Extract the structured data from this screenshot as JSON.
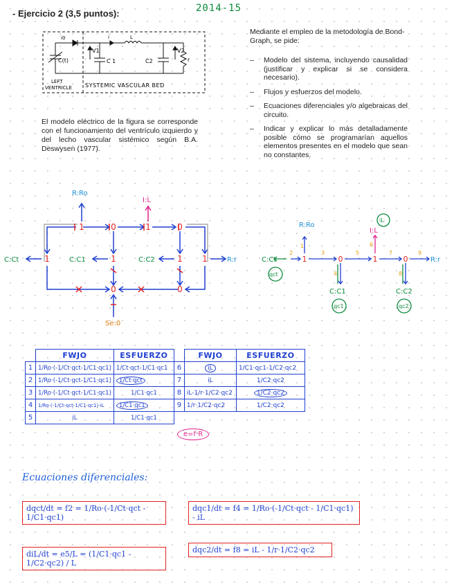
{
  "header": {
    "title": "- Ejercicio 2 (3,5 puntos):",
    "year": "2014-15"
  },
  "circuit": {
    "labels": {
      "i0": "i0",
      "i": "i",
      "L": "L",
      "v1": "V1",
      "v2": "V2",
      "ct": "C(t)",
      "c1": "C 1",
      "c2": "C2",
      "r": "r",
      "left_ventricle_1": "LEFT",
      "left_ventricle_2": "VENTRICLE",
      "systemic": "SYSTEMIC VASCULAR  BED"
    }
  },
  "description": "El modelo eléctrico de la figura se corresponde con el funcionamiento del ventrículo izquierdo y del lecho vascular sistémico según B.A. Deswysen (1977).",
  "intro": "Mediante el empleo de la metodología de Bond-Graph, se pide:",
  "requirements": [
    "Modelo del sistema, incluyendo causalidad (justificar y explicar si se considera necesario).",
    "Flujos y esfuerzos del modelo.",
    "Ecuaciones diferenciales y/o algebraicas del circuito.",
    "Indicar y explicar lo más detalladamente posible cómo se programarían aquellos elementos presentes en el modelo que sean no constantes."
  ],
  "bondgraph_left": {
    "r_ro": "R:Ro",
    "i_l": "I:L",
    "c_ct": "C:Ct",
    "c_c1": "C:C1",
    "c_c2": "C:C2",
    "r_r": "R:r",
    "se_0": "Se:0",
    "one": "1",
    "zero": "0"
  },
  "bondgraph_right": {
    "r_ro": "R:Ro",
    "i_l": "I:L",
    "c_ct": "C:Ct",
    "c_c1": "C:C1",
    "c_c2": "C:C2",
    "r_r": "R:r",
    "q_ct": "qct",
    "q_c1": "qc1",
    "q_c2": "qc2",
    "il": "iL",
    "bonds": [
      "1",
      "2",
      "3",
      "4",
      "5",
      "6",
      "7",
      "8",
      "9"
    ]
  },
  "table": {
    "headers": [
      "FWJO",
      "ESFUERZO",
      "FWJO",
      "ESFUERZO"
    ],
    "rows": [
      {
        "n1": "1",
        "f1": "1/Ro·(-1/Ct·qct-1/C1·qc1)",
        "e1": "1/Ct·qct-1/C1·qc1",
        "n2": "6",
        "f2": "iL",
        "e2": "1/C1·qc1-1/C2·qc2"
      },
      {
        "n1": "2",
        "f1": "1/Ro·(-1/Ct·qct-1/C1·qc1)",
        "e1": "1/Ct·qct",
        "n2": "7",
        "f2": "iL",
        "e2": "1/C2·qc2"
      },
      {
        "n1": "3",
        "f1": "1/Ro·(-1/Ct·qct-1/C1·qc1)",
        "e1": "1/C1·qc1",
        "n2": "8",
        "f2": "iL-1/r·1/C2·qc2",
        "e2": "1/C2·qc2"
      },
      {
        "n1": "4",
        "f1": "1/Ro·(-1/Ct·qct-1/C1·qc1)-iL",
        "e1": "1/C1·qc1",
        "n2": "9",
        "f2": "1/r·1/C2·qc2",
        "e2": "1/C2·qc2"
      },
      {
        "n1": "5",
        "f1": "iL",
        "e1": "1/C1·qc1",
        "n2": "",
        "f2": "",
        "e2": ""
      }
    ],
    "note": "e=f·R"
  },
  "equations": {
    "heading": "Ecuaciones diferenciales:",
    "eq1": "dqct/dt = f2 = 1/Ro·(-1/Ct·qct - 1/C1·qc1)",
    "eq2": "dqc1/dt = f4 = 1/Ro·(-1/Ct·qct - 1/C1·qc1) - iL",
    "eq3": "diL/dt = e5/L = (1/C1·qc1 - 1/C2·qc2) / L",
    "eq4": "dqc2/dt = f8 = iL - 1/r·1/C2·qc2"
  },
  "colors": {
    "blue": "#1e3fd0",
    "red": "#e12020",
    "green": "#0a8a3a",
    "magenta": "#e0208a",
    "orange": "#e07a10"
  }
}
